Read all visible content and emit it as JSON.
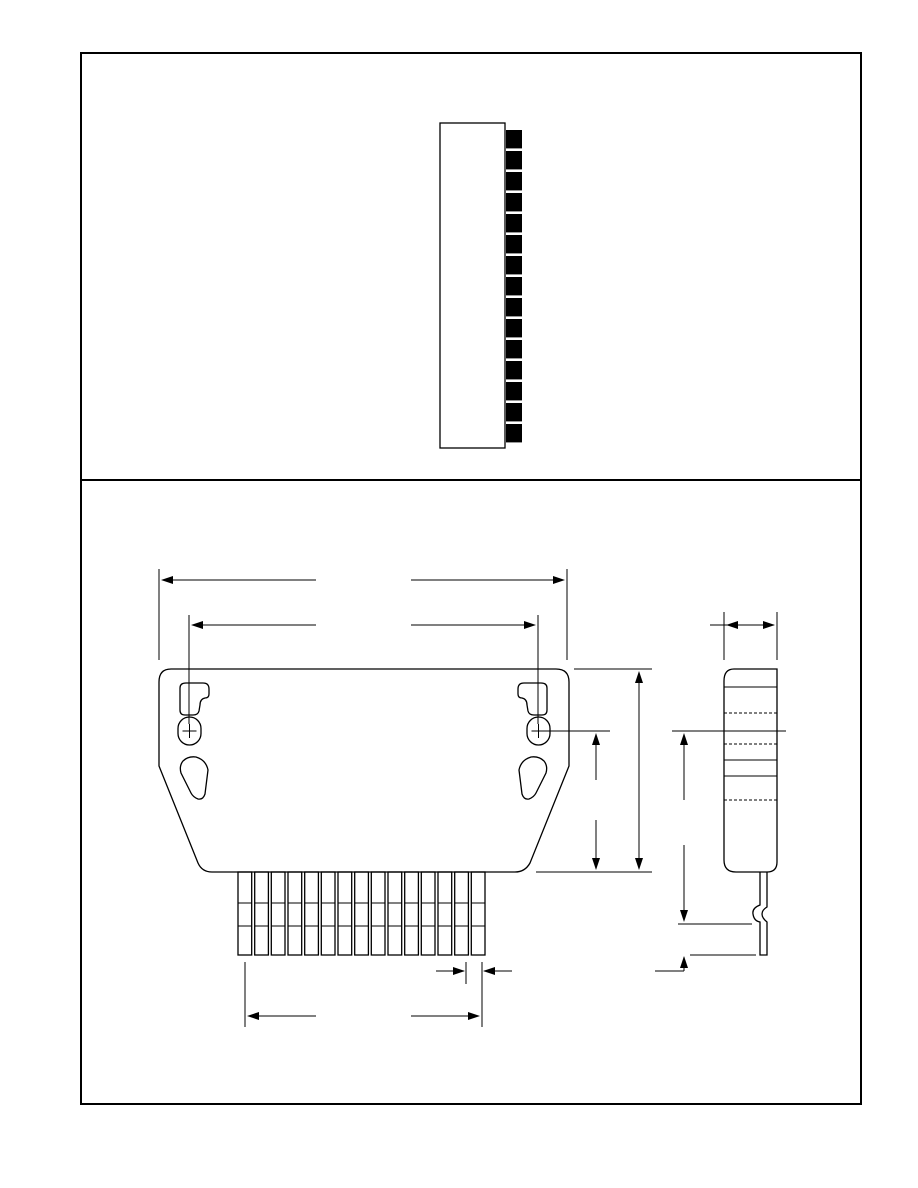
{
  "figure": {
    "panels": [
      "pin-side-view",
      "package-outline-drawing"
    ],
    "pin_count": 15,
    "colors": {
      "line": "#000000",
      "background": "#ffffff"
    }
  }
}
